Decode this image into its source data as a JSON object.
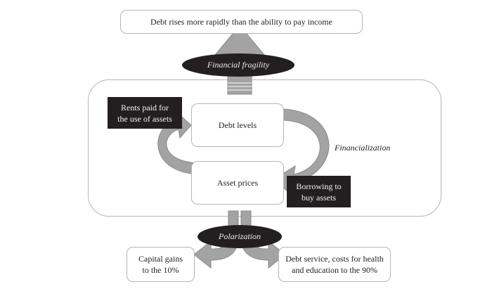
{
  "diagram": {
    "top_outcome": "Debt rises more rapidly than the ability to pay income",
    "upper_label": "Financial fragility",
    "frame_label": "Financialization",
    "cycle": {
      "top_node": "Debt levels",
      "bottom_node": "Asset prices",
      "left_callout": [
        "Rents paid for",
        "the use of assets"
      ],
      "right_callout": [
        "Borrowing to",
        "buy assets"
      ]
    },
    "lower_label": "Polarization",
    "outcomes": {
      "left": [
        "Capital gains",
        "to the 10%"
      ],
      "right": [
        "Debt service, costs for health",
        "and education to the 90%"
      ]
    },
    "colors": {
      "arrow_fill": "#a3a3a3",
      "arrow_stroke": "#8a8a8a",
      "dark_fill": "#231f20",
      "box_border": "#b5b5b5"
    }
  }
}
